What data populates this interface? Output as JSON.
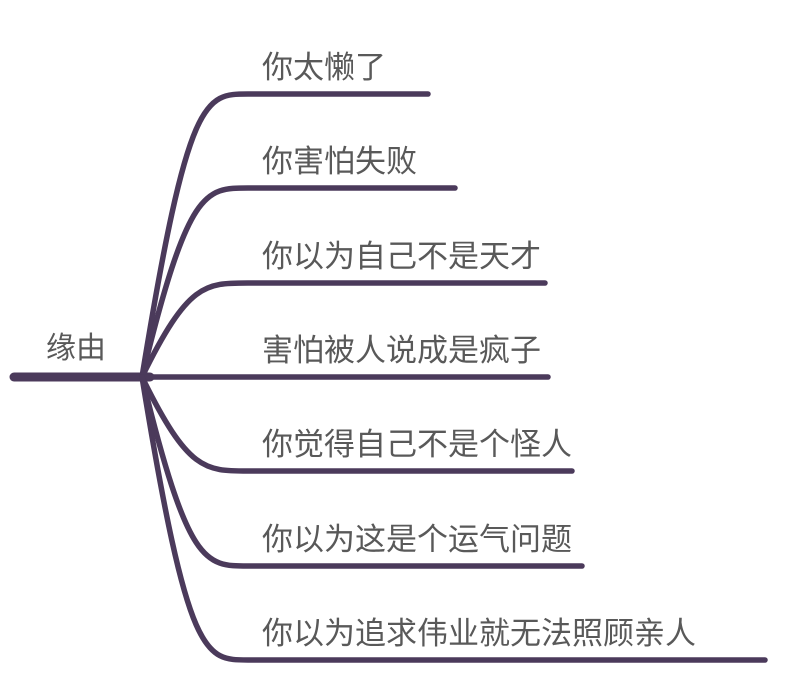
{
  "theme": {
    "line_color": "#4b3a5b",
    "text_color": "#595959",
    "background": "#ffffff"
  },
  "mindmap": {
    "root": {
      "label": "缘由"
    },
    "branches": [
      {
        "label": "你太懒了"
      },
      {
        "label": "你害怕失败"
      },
      {
        "label": "你以为自己不是天才"
      },
      {
        "label": "害怕被人说成是疯子"
      },
      {
        "label": "你觉得自己不是个怪人"
      },
      {
        "label": "你以为这是个运气问题"
      },
      {
        "label": "你以为追求伟业就无法照顾亲人"
      }
    ]
  }
}
